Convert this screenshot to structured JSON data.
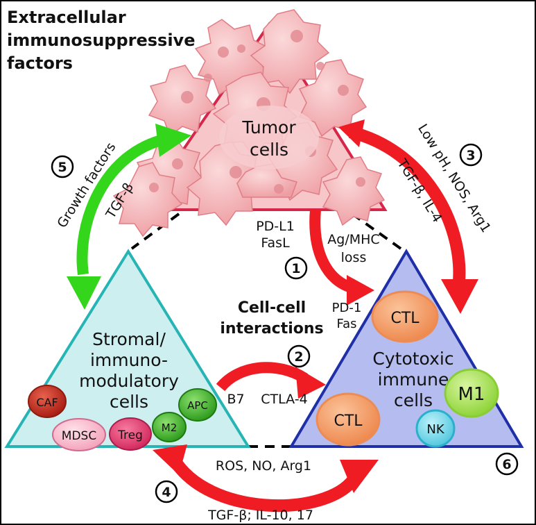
{
  "title": [
    "Extracellular",
    "immunosuppressive",
    "factors"
  ],
  "center_label": [
    "Cell-cell",
    "interactions"
  ],
  "triangles": {
    "tumor": [
      "Tumor",
      "cells"
    ],
    "stromal": [
      "Stromal/",
      "immuno-",
      "modulatory",
      "cells"
    ],
    "cytotoxic": [
      "Cytotoxic",
      "immune",
      "cells"
    ]
  },
  "numbers": [
    "1",
    "2",
    "3",
    "4",
    "5",
    "6"
  ],
  "arrow_labels": {
    "a1_left": [
      "PD-L1",
      "FasL"
    ],
    "a1_right": [
      "Ag/MHC",
      "loss"
    ],
    "a1_target": [
      "PD-1",
      "Fas"
    ],
    "a2_left": "B7",
    "a2_right": "CTLA-4",
    "a3_outer": "Low pH, NOS, Arg1",
    "a3_inner": "TGF-β, IL-4",
    "a4_top": "ROS, NO, Arg1",
    "a4_bottom": "TGF-β; IL-10, 17",
    "a5_outer": "Growth factors",
    "a5_inner": "TGF-β"
  },
  "cells": {
    "caf": "CAF",
    "mdsc": "MDSC",
    "treg": "Treg",
    "m2": "M2",
    "apc": "APC",
    "ctl_top": "CTL",
    "ctl_bottom": "CTL",
    "m1": "M1",
    "nk": "NK"
  },
  "colors": {
    "tumor_fill": "#f6c6c8",
    "tumor_edge": "#d6264a",
    "stromal_fill": "#cdeff0",
    "stromal_edge": "#27b4b4",
    "cytotoxic_fill": "#b5bdf0",
    "cytotoxic_edge": "#1f2fa8",
    "red_arrow": "#ef1c24",
    "green_arrow": "#33d61a"
  }
}
